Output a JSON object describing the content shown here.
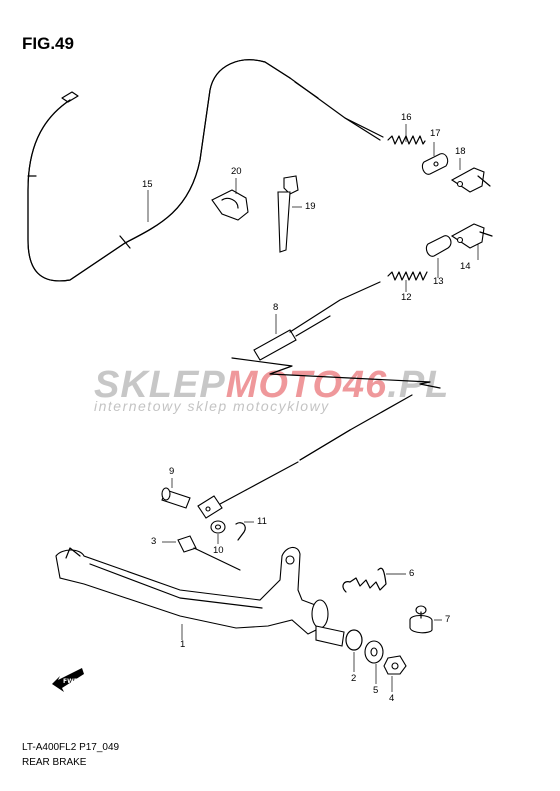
{
  "figure": {
    "title": "FIG.49"
  },
  "watermark": {
    "brand_part1": "SKLEP",
    "brand_part2": "MOTO46",
    "brand_part3": ".PL",
    "tagline": "internetowy sklep motocyklowy"
  },
  "footer": {
    "model_code": "LT-A400FL2 P17_049",
    "section_title": "REAR BRAKE"
  },
  "direction_badge": {
    "label": "FWD"
  },
  "callouts": [
    "1",
    "2",
    "3",
    "4",
    "5",
    "6",
    "7",
    "8",
    "9",
    "10",
    "11",
    "12",
    "13",
    "14",
    "15",
    "16",
    "17",
    "18",
    "19",
    "20"
  ]
}
